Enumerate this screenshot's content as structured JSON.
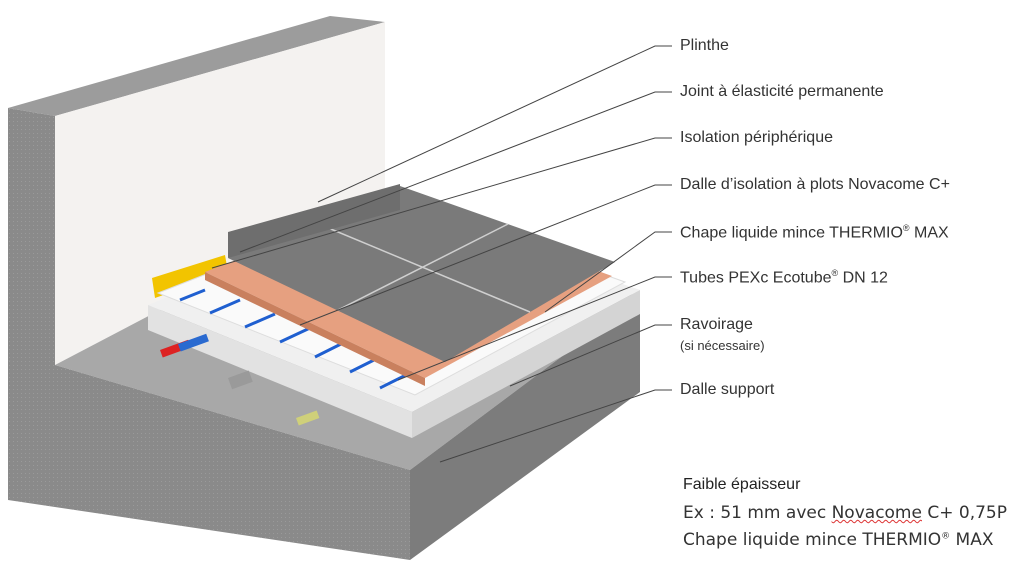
{
  "labels": {
    "plinthe": "Plinthe",
    "joint": "Joint à élasticité permanente",
    "isolation": "Isolation périphérique",
    "dalle_isolation": "Dalle d’isolation à plots Novacome C+",
    "chape_main": "Chape liquide mince  THERMIO",
    "chape_sup": "®",
    "chape_end": " MAX",
    "tubes_main": "Tubes PEXc Ecotube",
    "tubes_sup": "®",
    "tubes_end": " DN 12",
    "ravoirage": "Ravoirage",
    "ravoirage_sub": "(si nécessaire)",
    "dalle_support": "Dalle support"
  },
  "note": {
    "title": "Faible épaisseur",
    "line1_a": "Ex : 51 mm avec ",
    "line1_b": "Novacome",
    "line1_c": " C+ 0,75P",
    "line2_a": "Chape liquide mince THERMIO",
    "line2_sup": "®",
    "line2_b": " MAX"
  },
  "colors": {
    "tube": "#1f5fd0",
    "chape": "#e6a080",
    "tile": "#7a7a7a",
    "concrete": "#8c8c8c",
    "insulation": "#f2c400"
  }
}
